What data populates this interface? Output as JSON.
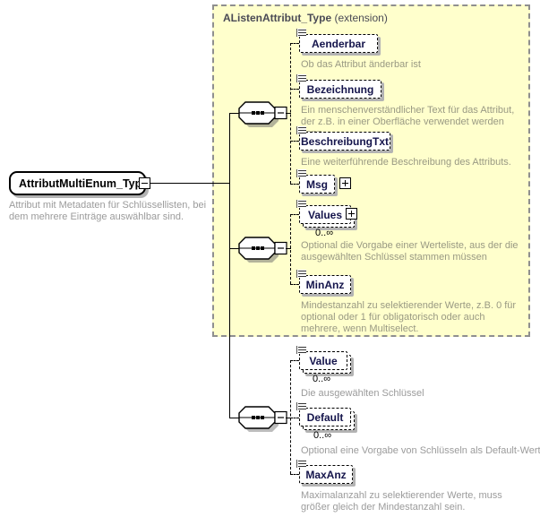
{
  "diagram": {
    "root": {
      "name": "AttributMultiEnum_Type",
      "description": "Attribut mit Metadaten für Schlüssellisten, bei dem mehrere Einträge auswählbar sind."
    },
    "extension": {
      "title": "AListenAttribut_Type",
      "suffix": " (extension)"
    },
    "groups": [
      {
        "connector": "sequence",
        "children": [
          {
            "name": "Aenderbar",
            "description": "Ob das Attribut änderbar ist"
          },
          {
            "name": "Bezeichnung",
            "description": "Ein menschenverständlicher Text für das Attribut, der z.B. in einer Oberfläche verwendet werden kann."
          },
          {
            "name": "BeschreibungTxt",
            "description": "Eine weiterführende Beschreibung des Attributs."
          },
          {
            "name": "Msg",
            "expandable": true
          }
        ]
      },
      {
        "connector": "sequence",
        "children": [
          {
            "name": "Values",
            "expandable": true,
            "multiplicity": "0..∞",
            "description": "Optional die Vorgabe einer Werteliste, aus der die ausgewählten Schlüssel stammen müssen"
          },
          {
            "name": "MinAnz",
            "description": "Mindestanzahl zu selektierender Werte, z.B. 0 für optional oder 1 für obligatorisch oder auch mehrere, wenn Multiselect."
          }
        ]
      },
      {
        "connector": "sequence",
        "children": [
          {
            "name": "Value",
            "multiplicity": "0..∞",
            "description": "Die ausgewählten Schlüssel"
          },
          {
            "name": "Default",
            "multiplicity": "0..∞",
            "description": "Optional eine Vorgabe von Schlüsseln als Default-Werte"
          },
          {
            "name": "MaxAnz",
            "description": "Maximalanzahl zu selektierender Werte, muss größer gleich der Mindestanzahl sein."
          }
        ]
      }
    ],
    "colors": {
      "extension_bg": "#ffffcc",
      "extension_border": "#8f8f8f",
      "element_name": "#14144b",
      "description_text": "#9b9b9b",
      "shadow": "#b3b3b3"
    }
  }
}
